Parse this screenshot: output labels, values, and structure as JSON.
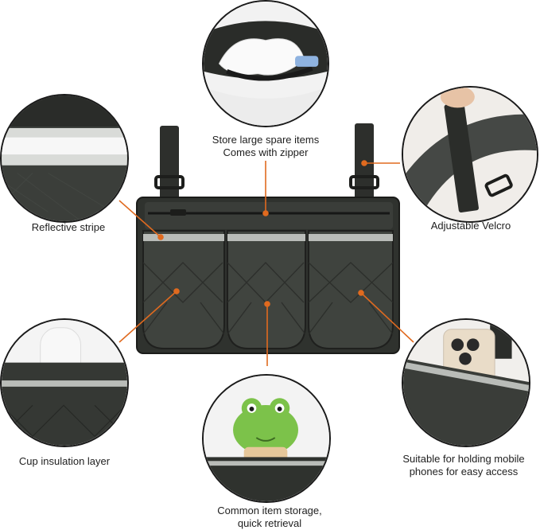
{
  "callouts": {
    "top": {
      "line1": "Store large spare items",
      "line2": "Comes with zipper"
    },
    "left_top": {
      "text": "Reflective stripe"
    },
    "right_top": {
      "text": "Adjustable Velcro"
    },
    "left_bottom": {
      "text": "Cup insulation layer"
    },
    "right_bottom": {
      "line1": "Suitable for holding mobile",
      "line2": "phones for easy access"
    },
    "bottom": {
      "line1": "Common item storage,",
      "line2": "quick retrieval"
    }
  },
  "colors": {
    "leader_line": "#e06a1f",
    "bag_body": "#3d403c",
    "bag_dark": "#2a2c29",
    "reflective": "#b9bcb8",
    "outline": "#1a1a1a"
  },
  "icons": {
    "product": "wheelchair-side-bag",
    "frog": "frog-plush-toy"
  }
}
